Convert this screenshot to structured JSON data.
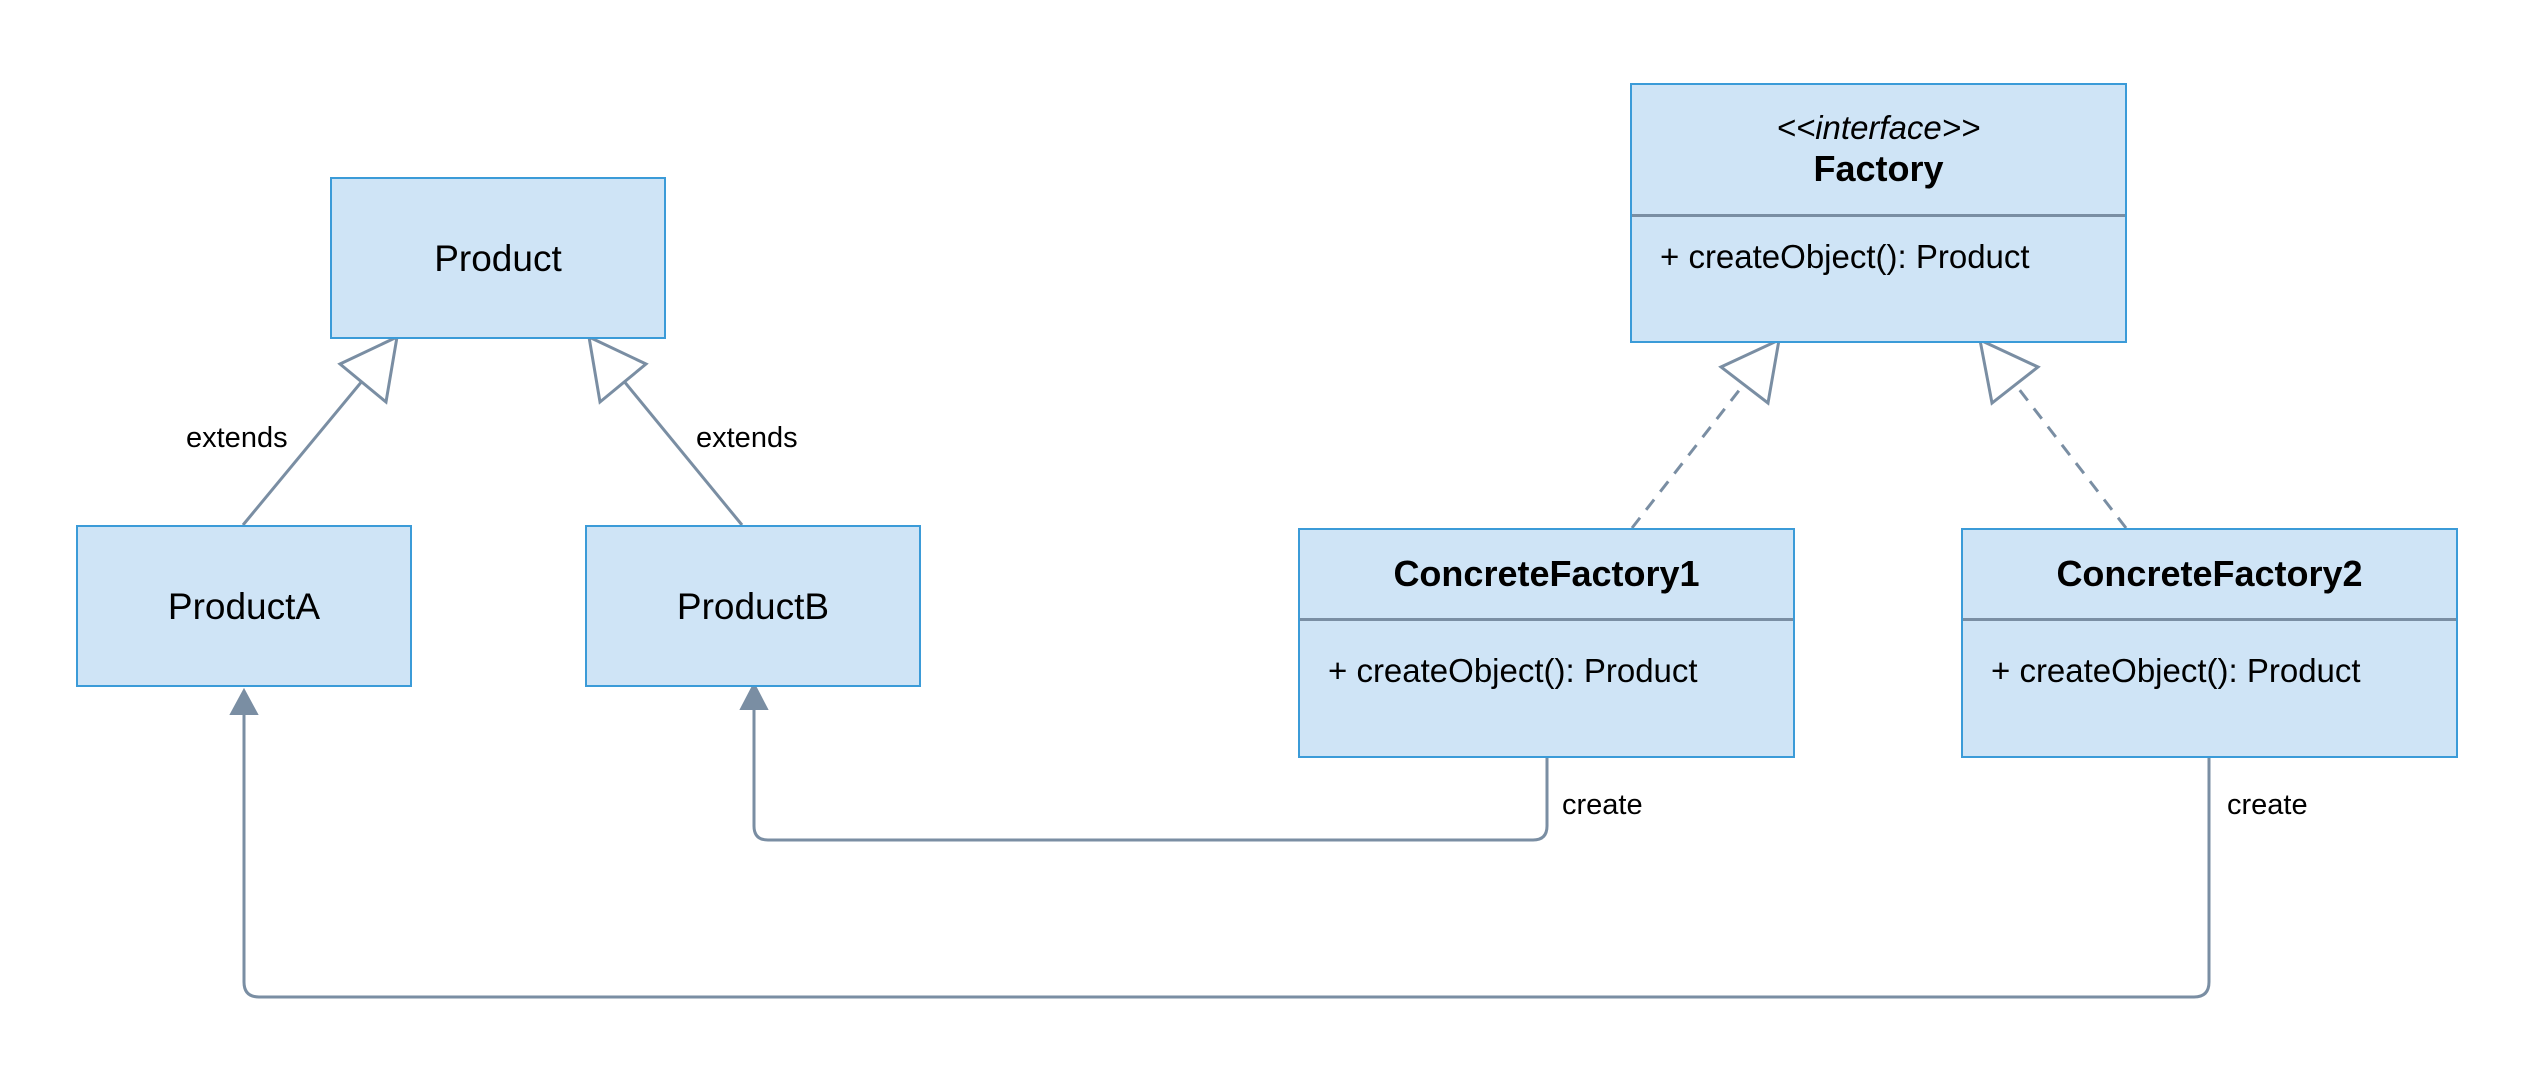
{
  "colors": {
    "box_fill": "#cfe4f6",
    "box_border": "#3b9bd8",
    "connector": "#7a8ea3",
    "text": "#000000",
    "background": "#ffffff"
  },
  "nodes": {
    "product": {
      "name": "Product"
    },
    "product_a": {
      "name": "ProductA"
    },
    "product_b": {
      "name": "ProductB"
    },
    "factory": {
      "stereotype": "<<interface>>",
      "name": "Factory",
      "method": "+ createObject(): Product"
    },
    "concrete_factory_1": {
      "name": "ConcreteFactory1",
      "method": "+ createObject(): Product"
    },
    "concrete_factory_2": {
      "name": "ConcreteFactory2",
      "method": "+ createObject(): Product"
    }
  },
  "edges": {
    "product_a_extends": {
      "label": "extends",
      "kind": "generalization"
    },
    "product_b_extends": {
      "label": "extends",
      "kind": "generalization"
    },
    "factory1_implements": {
      "label": "",
      "kind": "realization"
    },
    "factory2_implements": {
      "label": "",
      "kind": "realization"
    },
    "factory1_creates": {
      "label": "create",
      "kind": "association"
    },
    "factory2_creates": {
      "label": "create",
      "kind": "association"
    }
  }
}
